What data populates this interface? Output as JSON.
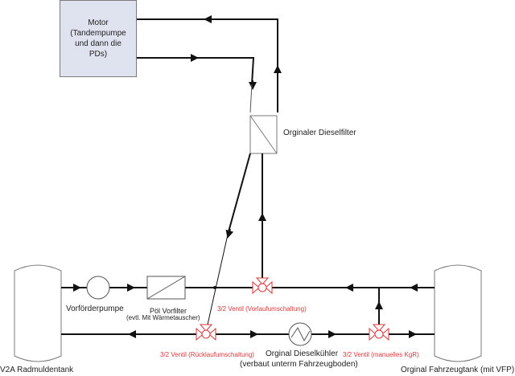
{
  "motor": {
    "lines": [
      "Motor",
      "(Tandempumpe",
      "und dann die",
      "PDs)"
    ]
  },
  "labels": {
    "dieselfilter": "Orginaler Dieselfilter",
    "vorfoerderpumpe": "Vorförderpumpe",
    "poel_vorfilter_1": "Pöl Vorfilter",
    "poel_vorfilter_2": "(evtl. Mit Wärmetauscher)",
    "ventil_vorlauf": "3/2 Ventil (Vorlaufumschaltung)",
    "ventil_ruecklauf": "3/2 Ventil (Rücklaufumschaltung)",
    "dieselkuehler_1": "Orginal Dieselkühler",
    "dieselkuehler_2": "(verbaut unterm Fahrzeugboden)",
    "ventil_manuell": "3/2 Ventil (manuelles KgR)",
    "tank_left": "V2A Radmuldentank",
    "tank_right": "Orginal Fahrzeugtank (mit VFP)"
  },
  "colors": {
    "pipe": "#111111",
    "outline": "#7a7a7a",
    "valve": "#d9383a",
    "motor_fill": "#dfe3f0"
  }
}
